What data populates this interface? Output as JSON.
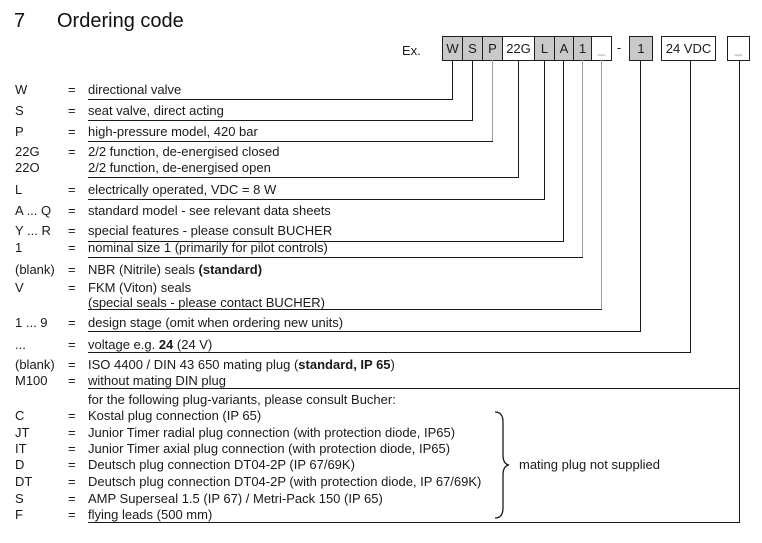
{
  "page": {
    "section_number": "7",
    "title": "Ordering code",
    "example_label": "Ex."
  },
  "ordering_code_example": {
    "main_boxes": [
      {
        "label": "W",
        "fill": "grey"
      },
      {
        "label": "S",
        "fill": "grey"
      },
      {
        "label": "P",
        "fill": "grey"
      },
      {
        "label": "22G",
        "fill": "white"
      },
      {
        "label": "L",
        "fill": "grey"
      },
      {
        "label": "A",
        "fill": "grey"
      },
      {
        "label": "1",
        "fill": "grey"
      },
      {
        "label": "_",
        "fill": "white",
        "muted": true
      }
    ],
    "separator": "-",
    "suffix_boxes": [
      {
        "label": "1",
        "fill": "grey"
      },
      {
        "label": "24 VDC",
        "fill": "white"
      },
      {
        "label": "_",
        "fill": "white",
        "muted": true
      }
    ]
  },
  "legend_rows": [
    {
      "code": "W",
      "eq": "=",
      "pre": "directional valve"
    },
    {
      "code": "S",
      "eq": "=",
      "pre": "seat valve, direct acting"
    },
    {
      "code": "P",
      "eq": "=",
      "pre": "high-pressure model, 420 bar"
    },
    {
      "code": "22G",
      "eq": "=",
      "pre": "2/2 function, de-energised closed"
    },
    {
      "code": "22O",
      "eq": "",
      "pre": "2/2 function, de-energised open"
    },
    {
      "code": "L",
      "eq": "=",
      "pre": "electrically operated, VDC = 8 W"
    },
    {
      "code": "A ... Q",
      "eq": "=",
      "pre": "standard model - see relevant data sheets"
    },
    {
      "code": "Y ... R",
      "eq": "=",
      "pre": "special features - please consult BUCHER"
    },
    {
      "code": "1",
      "eq": "=",
      "pre": "nominal size 1 (primarily for pilot controls)"
    },
    {
      "code": "(blank)",
      "eq": "=",
      "pre": "NBR (Nitrile) seals  ",
      "bold": "(standard)",
      "post": ""
    },
    {
      "code": "V",
      "eq": "=",
      "pre": "FKM (Viton) seals"
    },
    {
      "code": "",
      "eq": "",
      "pre": "(special seals - please contact BUCHER)"
    },
    {
      "code": "1 ... 9",
      "eq": "=",
      "pre": "design stage (omit when ordering new units)"
    },
    {
      "code": "...",
      "eq": "=",
      "pre": "voltage e.g. ",
      "bold": "24",
      "post": " (24 V)"
    },
    {
      "code": "(blank)",
      "eq": "=",
      "pre": "ISO 4400 / DIN 43 650 mating plug (",
      "bold": "standard, IP 65",
      "post": ")"
    },
    {
      "code": "M100",
      "eq": "=",
      "pre": "without mating DIN plug"
    },
    {
      "code": "",
      "eq": "",
      "pre": "for the following plug-variants, please consult Bucher:"
    },
    {
      "code": "C",
      "eq": "=",
      "pre": "Kostal plug connection (IP 65)"
    },
    {
      "code": "JT",
      "eq": "=",
      "pre": "Junior Timer radial plug connection (with protection diode, IP65)"
    },
    {
      "code": "IT",
      "eq": "=",
      "pre": "Junior Timer axial plug connection (with protection diode, IP65)"
    },
    {
      "code": "D",
      "eq": "=",
      "pre": "Deutsch plug connection DT04-2P (IP 67/69K)"
    },
    {
      "code": "DT",
      "eq": "=",
      "pre": "Deutsch plug connection DT04-2P (with protection diode, IP 67/69K)"
    },
    {
      "code": "S",
      "eq": "=",
      "pre": "AMP Superseal 1.5 (IP 67) / Metri-Pack 150 (IP 65)"
    },
    {
      "code": "F",
      "eq": "=",
      "pre": "flying leads (500 mm)"
    }
  ],
  "brace_note": "mating plug not supplied",
  "colors": {
    "box_fill_grey": "#c9c9c9",
    "box_fill_white": "#ffffff",
    "muted_grey": "#9e9e9e",
    "line_grey": "#a0a0a0",
    "ink": "#1a1a1a"
  }
}
